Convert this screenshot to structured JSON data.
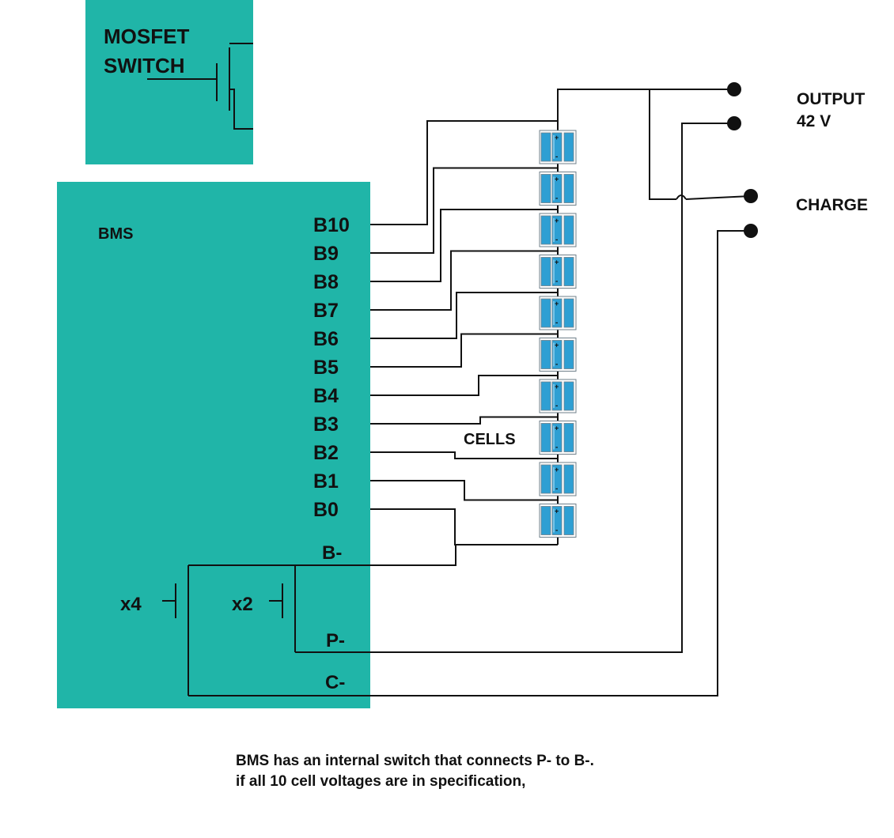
{
  "colors": {
    "board": "#20b5a8",
    "wire": "#111111",
    "cell_body": "#2e9fd3",
    "cell_outline": "#6f7f8a",
    "cell_highlight": "#8fd1ef"
  },
  "mosfet_box": {
    "title_line1": "MOSFET",
    "title_line2": "SWITCH"
  },
  "bms": {
    "title": "BMS",
    "pins": [
      "B10",
      "B9",
      "B8",
      "B7",
      "B6",
      "B5",
      "B4",
      "B3",
      "B2",
      "B1",
      "B0"
    ],
    "b_minus": "B-",
    "p_minus": "P-",
    "c_minus": "C-",
    "fet_group_left": "x4",
    "fet_group_right": "x2"
  },
  "cells": {
    "label": "CELLS",
    "count": 10,
    "plus_mark": "+",
    "minus_mark": "-"
  },
  "terminals": {
    "output_line1": "OUTPUT",
    "output_line2": "42 V",
    "charge": "CHARGE"
  },
  "note": {
    "line1": "BMS has an internal switch that connects  P- to B-.",
    "line2": "if all 10 cell voltages are in specification,"
  }
}
